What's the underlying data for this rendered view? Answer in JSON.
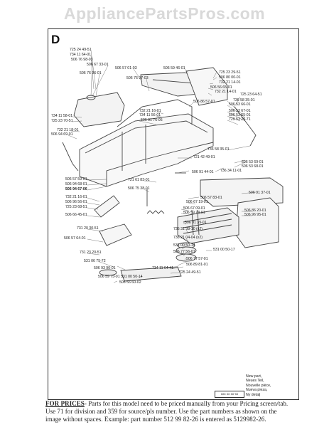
{
  "watermark": "AppliancePartsPros.com",
  "section": "D",
  "legend": {
    "box": "xxx xx xx-xx",
    "lines": [
      "New part,",
      "Neues Teil,",
      "Nouvelle pièce,",
      "Nueva pieza,",
      "Ny detalj"
    ]
  },
  "footer": {
    "lead": "FOR PRICES",
    "line1": "- Parts for this model need to be priced manually from your Pricing screen/tab.",
    "line2": "Use 71 for division and 359 for source/pls number.  Use the part numbers as shown on the",
    "line3": "image without spaces.  Example: part number 512 99 82-26 is entered as 5129982-26."
  },
  "labels": [
    "725 24 49-51",
    "734 11 64-01",
    "506 76 98-03",
    "506 67 33-01",
    "506 57 01-03",
    "506 76 96-01",
    "506 76 97-03",
    "506 59 46-01",
    "725 23 29-51",
    "506 80 00-01",
    "732 21 14-01",
    "506 56 65-01",
    "732 21 14-01",
    "725 23 64-51",
    "736 58 35-01",
    "506 53 66-01",
    "506 86 57-01",
    "506 53 67-01",
    "506 53 65-01",
    "729 53 29-71",
    "734 11 58-01",
    "725 23 70-51",
    "732 21 16-01",
    "734 11 56-01",
    "506 91 76-05",
    "732 21 18-01",
    "506 94 69-01",
    "736 58 35-01",
    "506 53 69-01",
    "506 53 68-01",
    "721 42 49-01",
    "506 91 44-01",
    "736 34 11-01",
    "506 57 59-01",
    "506 94 68-01",
    "506 94 67-06",
    "721 61 83-01",
    "506 75 38-01",
    "506 91 37-01",
    "732 21 16-01",
    "506 96 56-01",
    "725 23 68-51",
    "506 57 83-01",
    "506 67 19-01",
    "506 67 09-01",
    "506 59 74-01",
    "506 66 45-01",
    "506 86 20-01",
    "506 96 95-01",
    "506 91 39-01",
    "731 20 30-51",
    "506 57 64-01",
    "735 31 38-10 (x2)",
    "738 21 04-04 (x2)",
    "531 00 50-14",
    "506 77 56-01",
    "531 00 50-17",
    "731 23 20-51",
    "531 06 75-72",
    "506 77 57-01",
    "506 93 90-01",
    "734 11 64-41",
    "506 89 81-01",
    "531 00 50-14",
    "725 24 49-51",
    "506 59 75-01",
    "506 56 60-02"
  ]
}
